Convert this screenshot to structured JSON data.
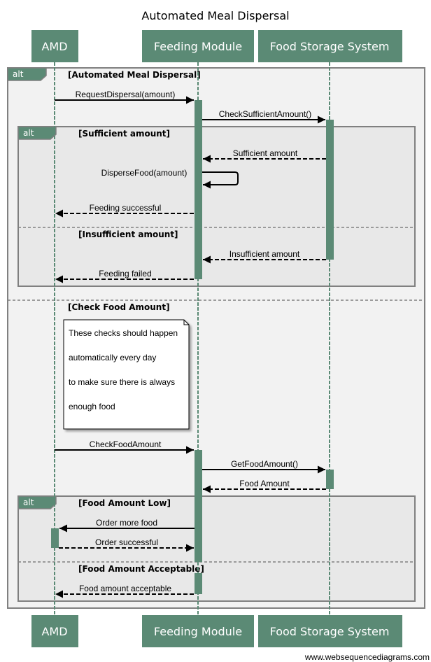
{
  "title": "Automated Meal Dispersal",
  "participants": [
    "AMD",
    "Feeding Module",
    "Food Storage System"
  ],
  "frames": {
    "outer": {
      "keyword": "alt",
      "section1": "[Automated Meal Dispersal]",
      "section2": "[Check Food Amount]"
    },
    "sufficiency": {
      "keyword": "alt",
      "section1": "[Sufficient amount]",
      "section2": "[Insufficient amount]"
    },
    "food_amount": {
      "keyword": "alt",
      "section1": "[Food Amount Low]",
      "section2": "[Food Amount Acceptable]"
    }
  },
  "messages": [
    {
      "from": "AMD",
      "to": "Feeding Module",
      "label": "RequestDispersal(amount)",
      "style": "solid"
    },
    {
      "from": "Feeding Module",
      "to": "Food Storage System",
      "label": "CheckSufficientAmount()",
      "style": "solid"
    },
    {
      "from": "Food Storage System",
      "to": "Feeding Module",
      "label": "Sufficient amount",
      "style": "dashed"
    },
    {
      "from": "Feeding Module",
      "to": "Feeding Module",
      "label": "DisperseFood(amount)",
      "style": "solid"
    },
    {
      "from": "Feeding Module",
      "to": "AMD",
      "label": "Feeding successful",
      "style": "dashed"
    },
    {
      "from": "Food Storage System",
      "to": "Feeding Module",
      "label": "Insufficient amount",
      "style": "dashed"
    },
    {
      "from": "Feeding Module",
      "to": "AMD",
      "label": "Feeding failed",
      "style": "dashed"
    },
    {
      "from": "AMD",
      "to": "Feeding Module",
      "label": "CheckFoodAmount",
      "style": "solid"
    },
    {
      "from": "Feeding Module",
      "to": "Food Storage System",
      "label": "GetFoodAmount()",
      "style": "solid"
    },
    {
      "from": "Food Storage System",
      "to": "Feeding Module",
      "label": "Food Amount",
      "style": "dashed"
    },
    {
      "from": "Feeding Module",
      "to": "AMD",
      "label": "Order more food",
      "style": "solid"
    },
    {
      "from": "AMD",
      "to": "Feeding Module",
      "label": "Order successful",
      "style": "dashed"
    },
    {
      "from": "Feeding Module",
      "to": "AMD",
      "label": "Food amount acceptable",
      "style": "dashed"
    }
  ],
  "note": {
    "lines": [
      "These checks should happen",
      "automatically every day",
      "to make sure there is always",
      "enough food"
    ]
  },
  "footer": "www.websequencediagrams.com",
  "colors": {
    "participant_fill": "#5b8a75",
    "lifeline": "#5b8a75",
    "outer_frame_fill": "#f2f2f2",
    "inner_frame_fill": "#e8e8e8",
    "frame_border": "#808080"
  }
}
